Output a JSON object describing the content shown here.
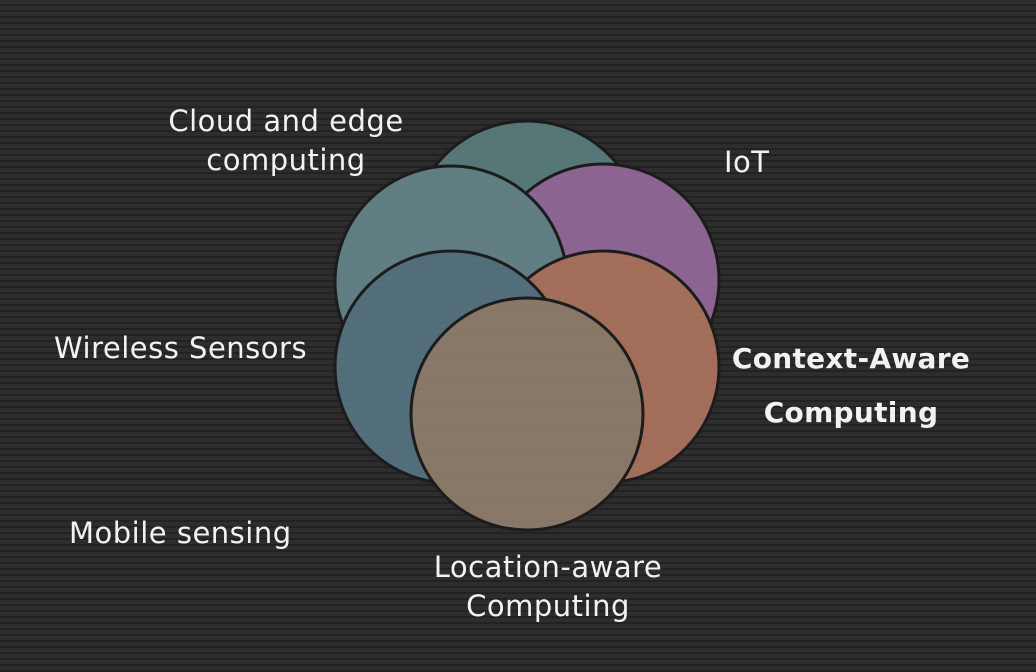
{
  "diagram": {
    "circles": [
      {
        "name": "top",
        "fill": "#5f8585"
      },
      {
        "name": "upper-right",
        "fill": "#9d6fa5"
      },
      {
        "name": "upper-left",
        "fill": "#6b8e93"
      },
      {
        "name": "right",
        "fill": "#b87a63"
      },
      {
        "name": "left",
        "fill": "#5b7b8a"
      },
      {
        "name": "bottom",
        "fill": "#9a8572"
      }
    ],
    "labels": {
      "cloud": [
        "Cloud and edge",
        "computing"
      ],
      "iot": "IoT",
      "wireless": "Wireless Sensors",
      "context": [
        "Context-Aware",
        "Computing"
      ],
      "mobile": "Mobile sensing",
      "location": [
        "Location-aware",
        "Computing"
      ]
    }
  }
}
